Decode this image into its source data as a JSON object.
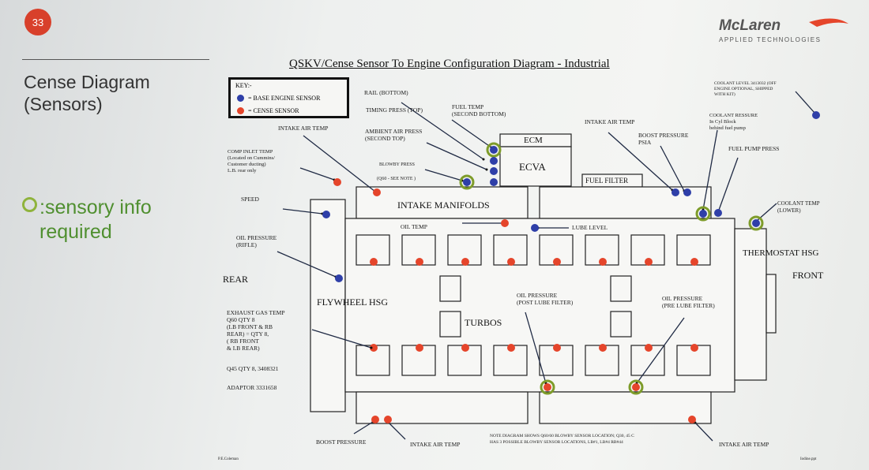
{
  "slide": {
    "number": "33",
    "title": "Cense Diagram\n(Sensors)",
    "note_line1": ":sensory info",
    "note_line2": "required",
    "logo_name": "McLaren",
    "logo_sub": "APPLIED TECHNOLOGIES"
  },
  "diagram": {
    "title": "QSKV/Cense Sensor To Engine Configuration Diagram   - Industrial",
    "key": {
      "title": "KEY:-",
      "base_label": "= BASE ENGINE  SENSOR",
      "cense_label": "= CENSE  SENSOR"
    },
    "colors": {
      "base": "#2f3fa8",
      "cense": "#e5452b",
      "ring": "#7e9c2a"
    },
    "blocks": {
      "ecm": "ECM",
      "ecva": "ECVA",
      "fuel_filter": "FUEL FILTER",
      "intake_manifolds": "INTAKE MANIFOLDS",
      "flywheel_hsg": "FLYWHEEL HSG",
      "thermostat_hsg": "THERMOSTAT HSG",
      "turbos": "TURBOS",
      "rear": "REAR",
      "front": "FRONT"
    },
    "labels": {
      "coolant_level": "COOLANT LEVEL 3413032 (OFF\nENGINE OPTIONAL, SHIPPED\nWITH KIT)",
      "rail_bottom": "RAIL (BOTTOM)",
      "timing_press": "TIMING PRESS (TOP)",
      "fuel_temp": "FUEL TEMP\n(SECOND BOTTOM)",
      "intake_air_temp_top": "INTAKE AIR TEMP",
      "ambient_air_press": "AMBIENT AIR PRESS\n(SECOND TOP)",
      "blowby_press": "BLOWBY PRESS",
      "blowby_note": "(Q60 - SEE NOTE )",
      "comp_inlet_temp": "COMP INLET TEMP\n(Located on Cummins/\nCustomer ducting)\nL.B. rear only",
      "speed": "SPEED",
      "oil_pressure_rifle": "OIL PRESSURE\n(RIFLE)",
      "oil_temp": "OIL TEMP",
      "lube_level": "LUBE LEVEL",
      "intake_air_temp_right": "INTAKE AIR TEMP",
      "boost_pressure_psia": "BOOST PRESSURE\nPSIA",
      "coolant_pressure": "COOLANT  RESSURE\nIn         Cyl Block\nbehind fuel pump",
      "fuel_pump_press": "FUEL PUMP PRESS",
      "coolant_temp_lower": "COOLANT TEMP\n(LOWER)",
      "exhaust_gas_temp": "EXHAUST GAS TEMP\nQ60 QTY 8\n(LB FRONT & RB\nREAR) = QTY 8,\n( RB FRONT\n& LB REAR)",
      "q45_qty": "Q45 QTY 8, 3408321",
      "adaptor": "ADAPTOR 3331658",
      "oil_pressure_post": "OIL PRESSURE\n(POST LUBE FILTER)",
      "oil_pressure_pre": "OIL PRESSURE\n(PRE  LUBE FILTER)",
      "boost_pressure_bottom": "BOOST PRESSURE",
      "intake_air_temp_bottom1": "INTAKE AIR TEMP",
      "note_diagram": "NOTE DIAGRAM  SHOWS Q60/60 BLOWBY SENSOR LOCATION; Q30, 45 C\nHAS 3 POSSIBLE BLOWBY SENSOR LOCATIONS, LB#1, LB#4 RB#44",
      "intake_air_temp_bottom2": "INTAKE AIR TEMP",
      "footer_left": "P.E.Coleman",
      "footer_right": "Iodine.ppt"
    }
  }
}
